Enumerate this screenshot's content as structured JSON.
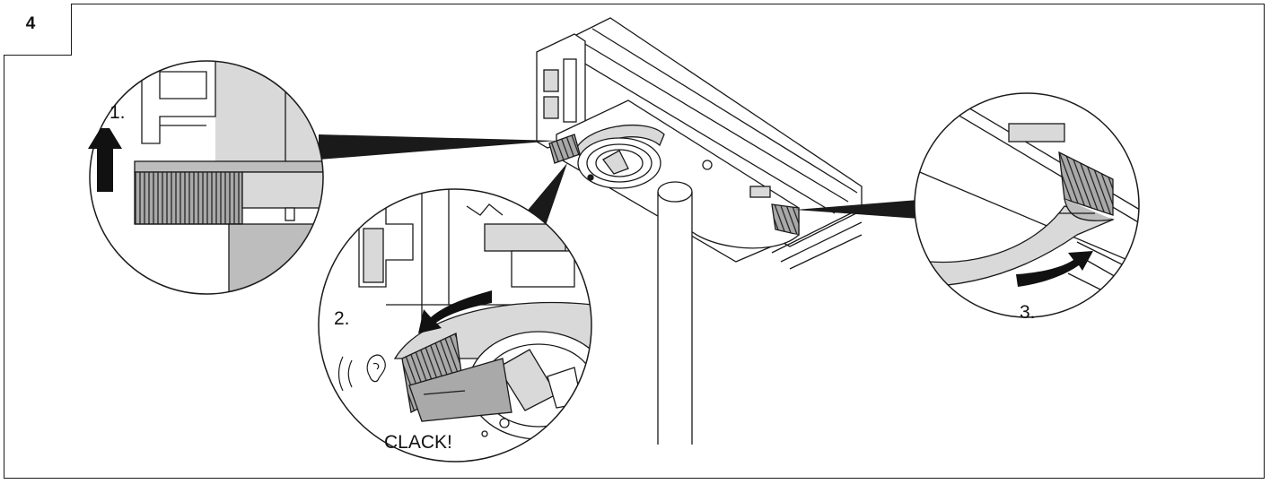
{
  "figure": {
    "step_number": "4",
    "steps": [
      {
        "label": "1."
      },
      {
        "label": "2."
      },
      {
        "label": "3."
      }
    ],
    "sound_text": "CLACK!"
  },
  "colors": {
    "line": "#1a1a1a",
    "light_gray": "#d9d9d9",
    "mid_gray": "#bdbdbd",
    "dark_gray": "#a9a9a9",
    "arrow": "#111111"
  }
}
